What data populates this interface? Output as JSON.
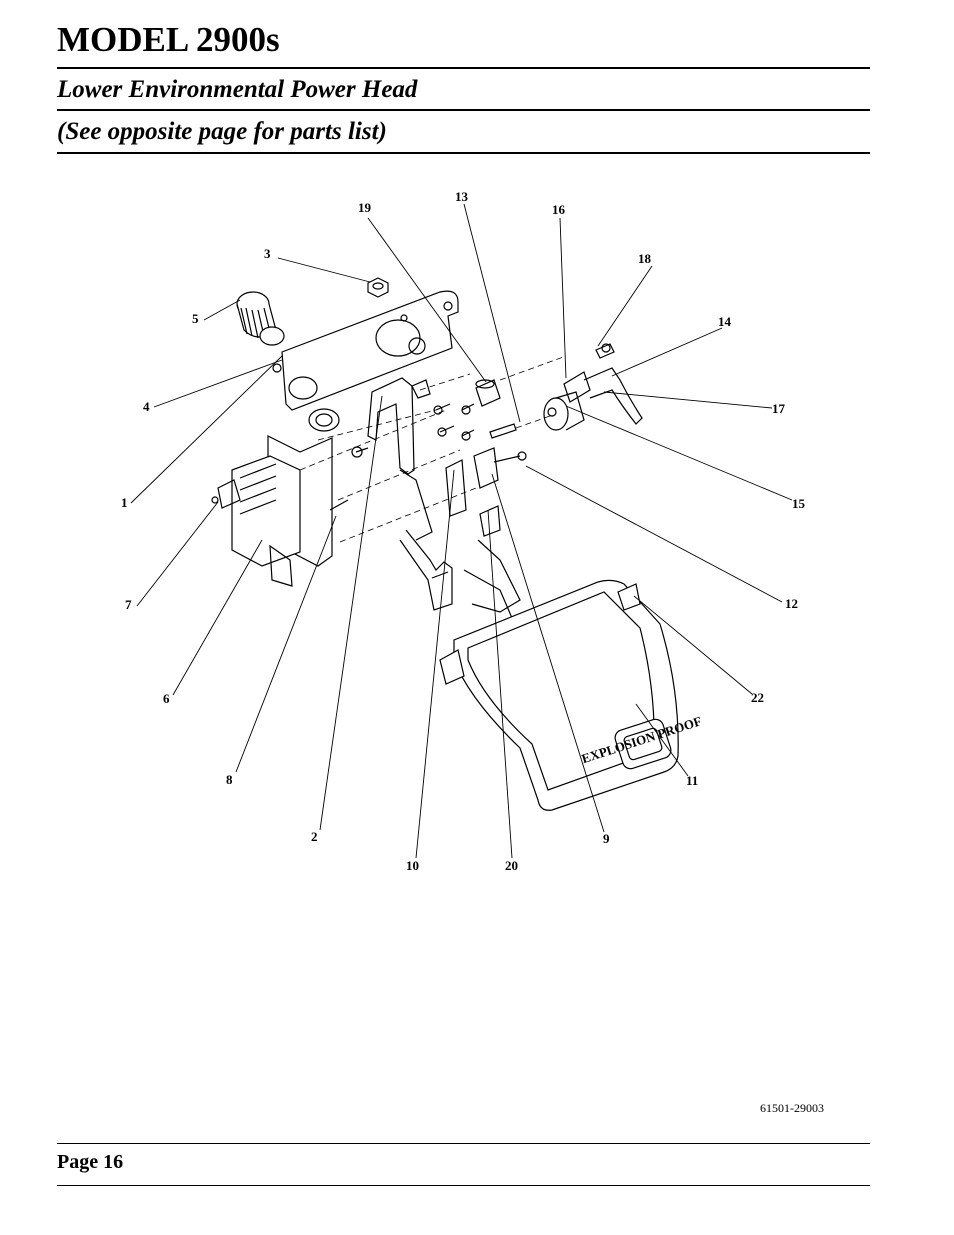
{
  "header": {
    "model_title": "MODEL 2900s",
    "section_title": "Lower Environmental Power Head",
    "note": "(See opposite page for parts list)"
  },
  "diagram": {
    "callouts": [
      "1",
      "2",
      "3",
      "4",
      "5",
      "6",
      "7",
      "8",
      "9",
      "10",
      "11",
      "12",
      "13",
      "14",
      "15",
      "16",
      "17",
      "18",
      "19",
      "20",
      "22"
    ],
    "label_text": "EXPLOSION PROOF"
  },
  "footer": {
    "drawing_number": "61501-29003",
    "page_label": "Page 16"
  }
}
